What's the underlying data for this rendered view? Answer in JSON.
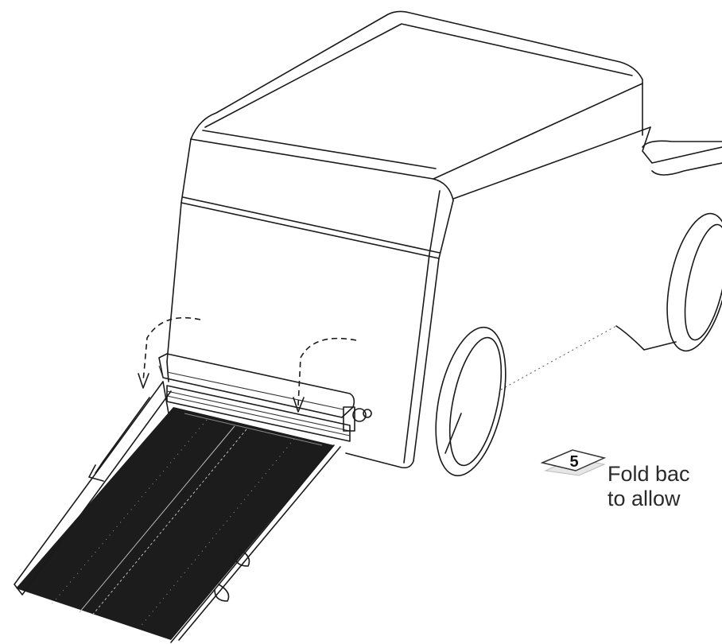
{
  "step": {
    "number": "5",
    "caption_lines": [
      "Fold bac",
      "to allow"
    ]
  }
}
